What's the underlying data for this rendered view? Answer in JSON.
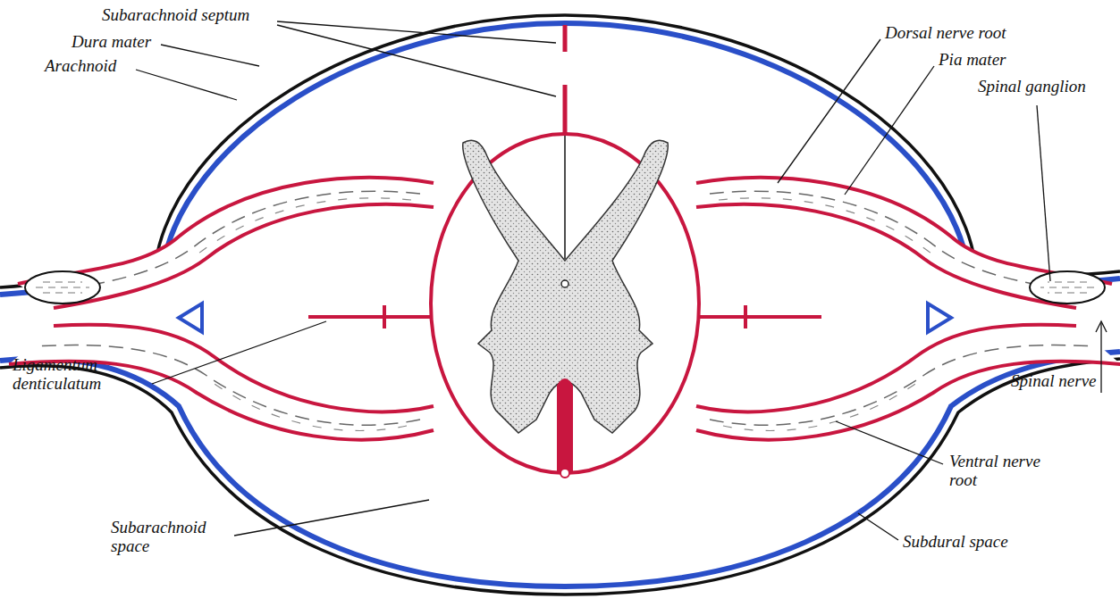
{
  "diagram": {
    "labels": [
      "Subarachnoid septum",
      "Dura mater",
      "Arachnoid",
      "Dorsal nerve root",
      "Pia mater",
      "Spinal ganglion",
      "Ligamentum denticulatum",
      "Spinal nerve",
      "Ventral nerve root",
      "Subarachnoid space",
      "Subdural space"
    ]
  }
}
